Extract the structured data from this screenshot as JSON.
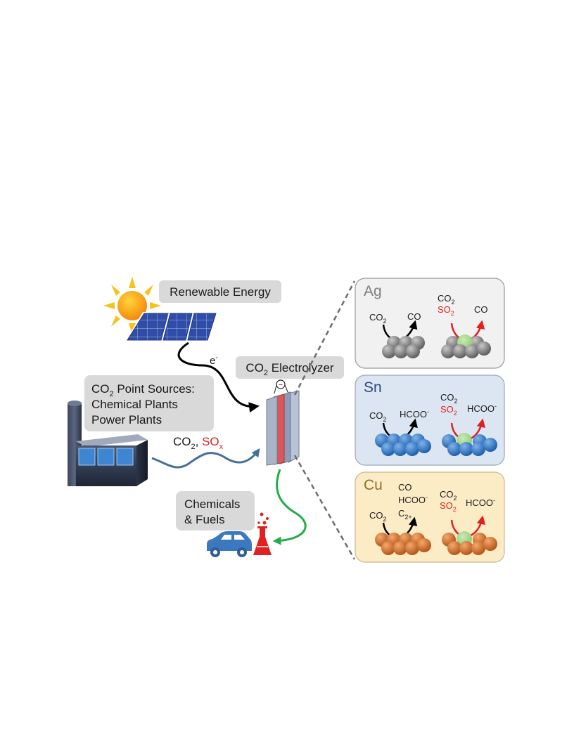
{
  "labels": {
    "renewable_energy": "Renewable Energy",
    "electron": "e",
    "electron_sup": "-",
    "electrolyzer_pre": "CO",
    "electrolyzer_sub": "2",
    "electrolyzer_post": " Electrolyzer",
    "point_sources_line1_pre": "CO",
    "point_sources_line1_sub": "2",
    "point_sources_line1_post": " Point Sources:",
    "point_sources_line2": "Chemical Plants",
    "point_sources_line3": "Power Plants",
    "gas_co2": "CO",
    "gas_co2_sub": "2",
    "gas_sep": ", ",
    "gas_sox": "SO",
    "gas_sox_sub": "x",
    "chemicals_line1": "Chemicals",
    "chemicals_line2": "& Fuels",
    "cell_minus": "−"
  },
  "panels": [
    {
      "metal": "Ag",
      "left": {
        "reactant": "CO",
        "reactant_sub": "2",
        "product": "CO",
        "product_sup": ""
      },
      "right": {
        "reactant": "CO",
        "reactant_sub": "2",
        "impurity": "SO",
        "impurity_sub": "2",
        "product": "CO",
        "product_sup": ""
      }
    },
    {
      "metal": "Sn",
      "left": {
        "reactant": "CO",
        "reactant_sub": "2",
        "product": "HCOO",
        "product_sup": "-"
      },
      "right": {
        "reactant": "CO",
        "reactant_sub": "2",
        "impurity": "SO",
        "impurity_sub": "2",
        "product": "HCOO",
        "product_sup": "-"
      }
    },
    {
      "metal": "Cu",
      "left": {
        "reactant": "CO",
        "reactant_sub": "2",
        "products": [
          "CO",
          "HCOO",
          "C"
        ],
        "product2_sup": "-",
        "product3_sub": "2+"
      },
      "right": {
        "reactant": "CO",
        "reactant_sub": "2",
        "impurity": "SO",
        "impurity_sub": "2",
        "product": "HCOO",
        "product_sup": "-"
      }
    }
  ],
  "colors": {
    "sox_red": "#e0211f",
    "ag_panel": "#f1f1f1",
    "sn_panel": "#dce6f2",
    "cu_panel": "#fcecc6",
    "ag_title": "#7f7f7f",
    "sn_title": "#2e4a7a",
    "cu_title": "#8d6f25",
    "green_arrow": "#1fae49",
    "blue_arrow": "#46709c"
  }
}
